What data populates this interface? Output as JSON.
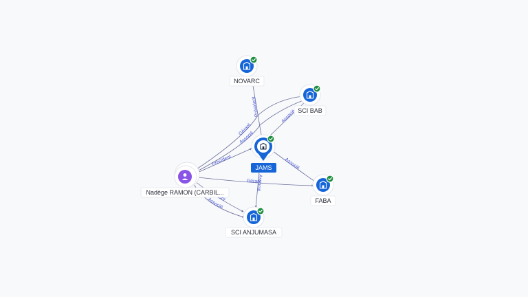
{
  "graph": {
    "center": {
      "id": "jams",
      "label": "JAMS",
      "type": "company"
    },
    "nodes": [
      {
        "id": "novarc",
        "label": "NOVARC",
        "type": "company",
        "verified": true
      },
      {
        "id": "scibab",
        "label": "SCI BAB",
        "type": "company",
        "verified": true
      },
      {
        "id": "faba",
        "label": "FABA",
        "type": "company",
        "verified": true
      },
      {
        "id": "scianjumasa",
        "label": "SCI ANJUMASA",
        "type": "company",
        "verified": true
      },
      {
        "id": "nadege",
        "label": "Nadège RAMON (CARBIL...",
        "type": "person",
        "verified": false
      }
    ],
    "edges": [
      {
        "from": "jams",
        "to": "novarc",
        "label": "Président"
      },
      {
        "from": "jams",
        "to": "scibab",
        "label": "Associé"
      },
      {
        "from": "jams",
        "to": "faba",
        "label": "Associé"
      },
      {
        "from": "jams",
        "to": "scianjumasa",
        "label": "Associé"
      },
      {
        "from": "nadege",
        "to": "jams",
        "label": "Président"
      },
      {
        "from": "nadege",
        "to": "scibab",
        "label": "Gérant"
      },
      {
        "from": "nadege",
        "to": "scibab",
        "label": "Associé"
      },
      {
        "from": "nadege",
        "to": "faba",
        "label": "Gérant"
      },
      {
        "from": "nadege",
        "to": "scianjumasa",
        "label": "Gérant"
      },
      {
        "from": "nadege",
        "to": "scianjumasa",
        "label": "Associé"
      }
    ],
    "colors": {
      "company": "#1565d8",
      "person": "#8a55e6",
      "verified": "#1e8e3e",
      "edge": "#6b6f9a",
      "edge_label": "#4d5bd6"
    },
    "icons": {
      "company": "building-icon",
      "person": "person-icon",
      "verified": "check-badge-icon"
    }
  }
}
